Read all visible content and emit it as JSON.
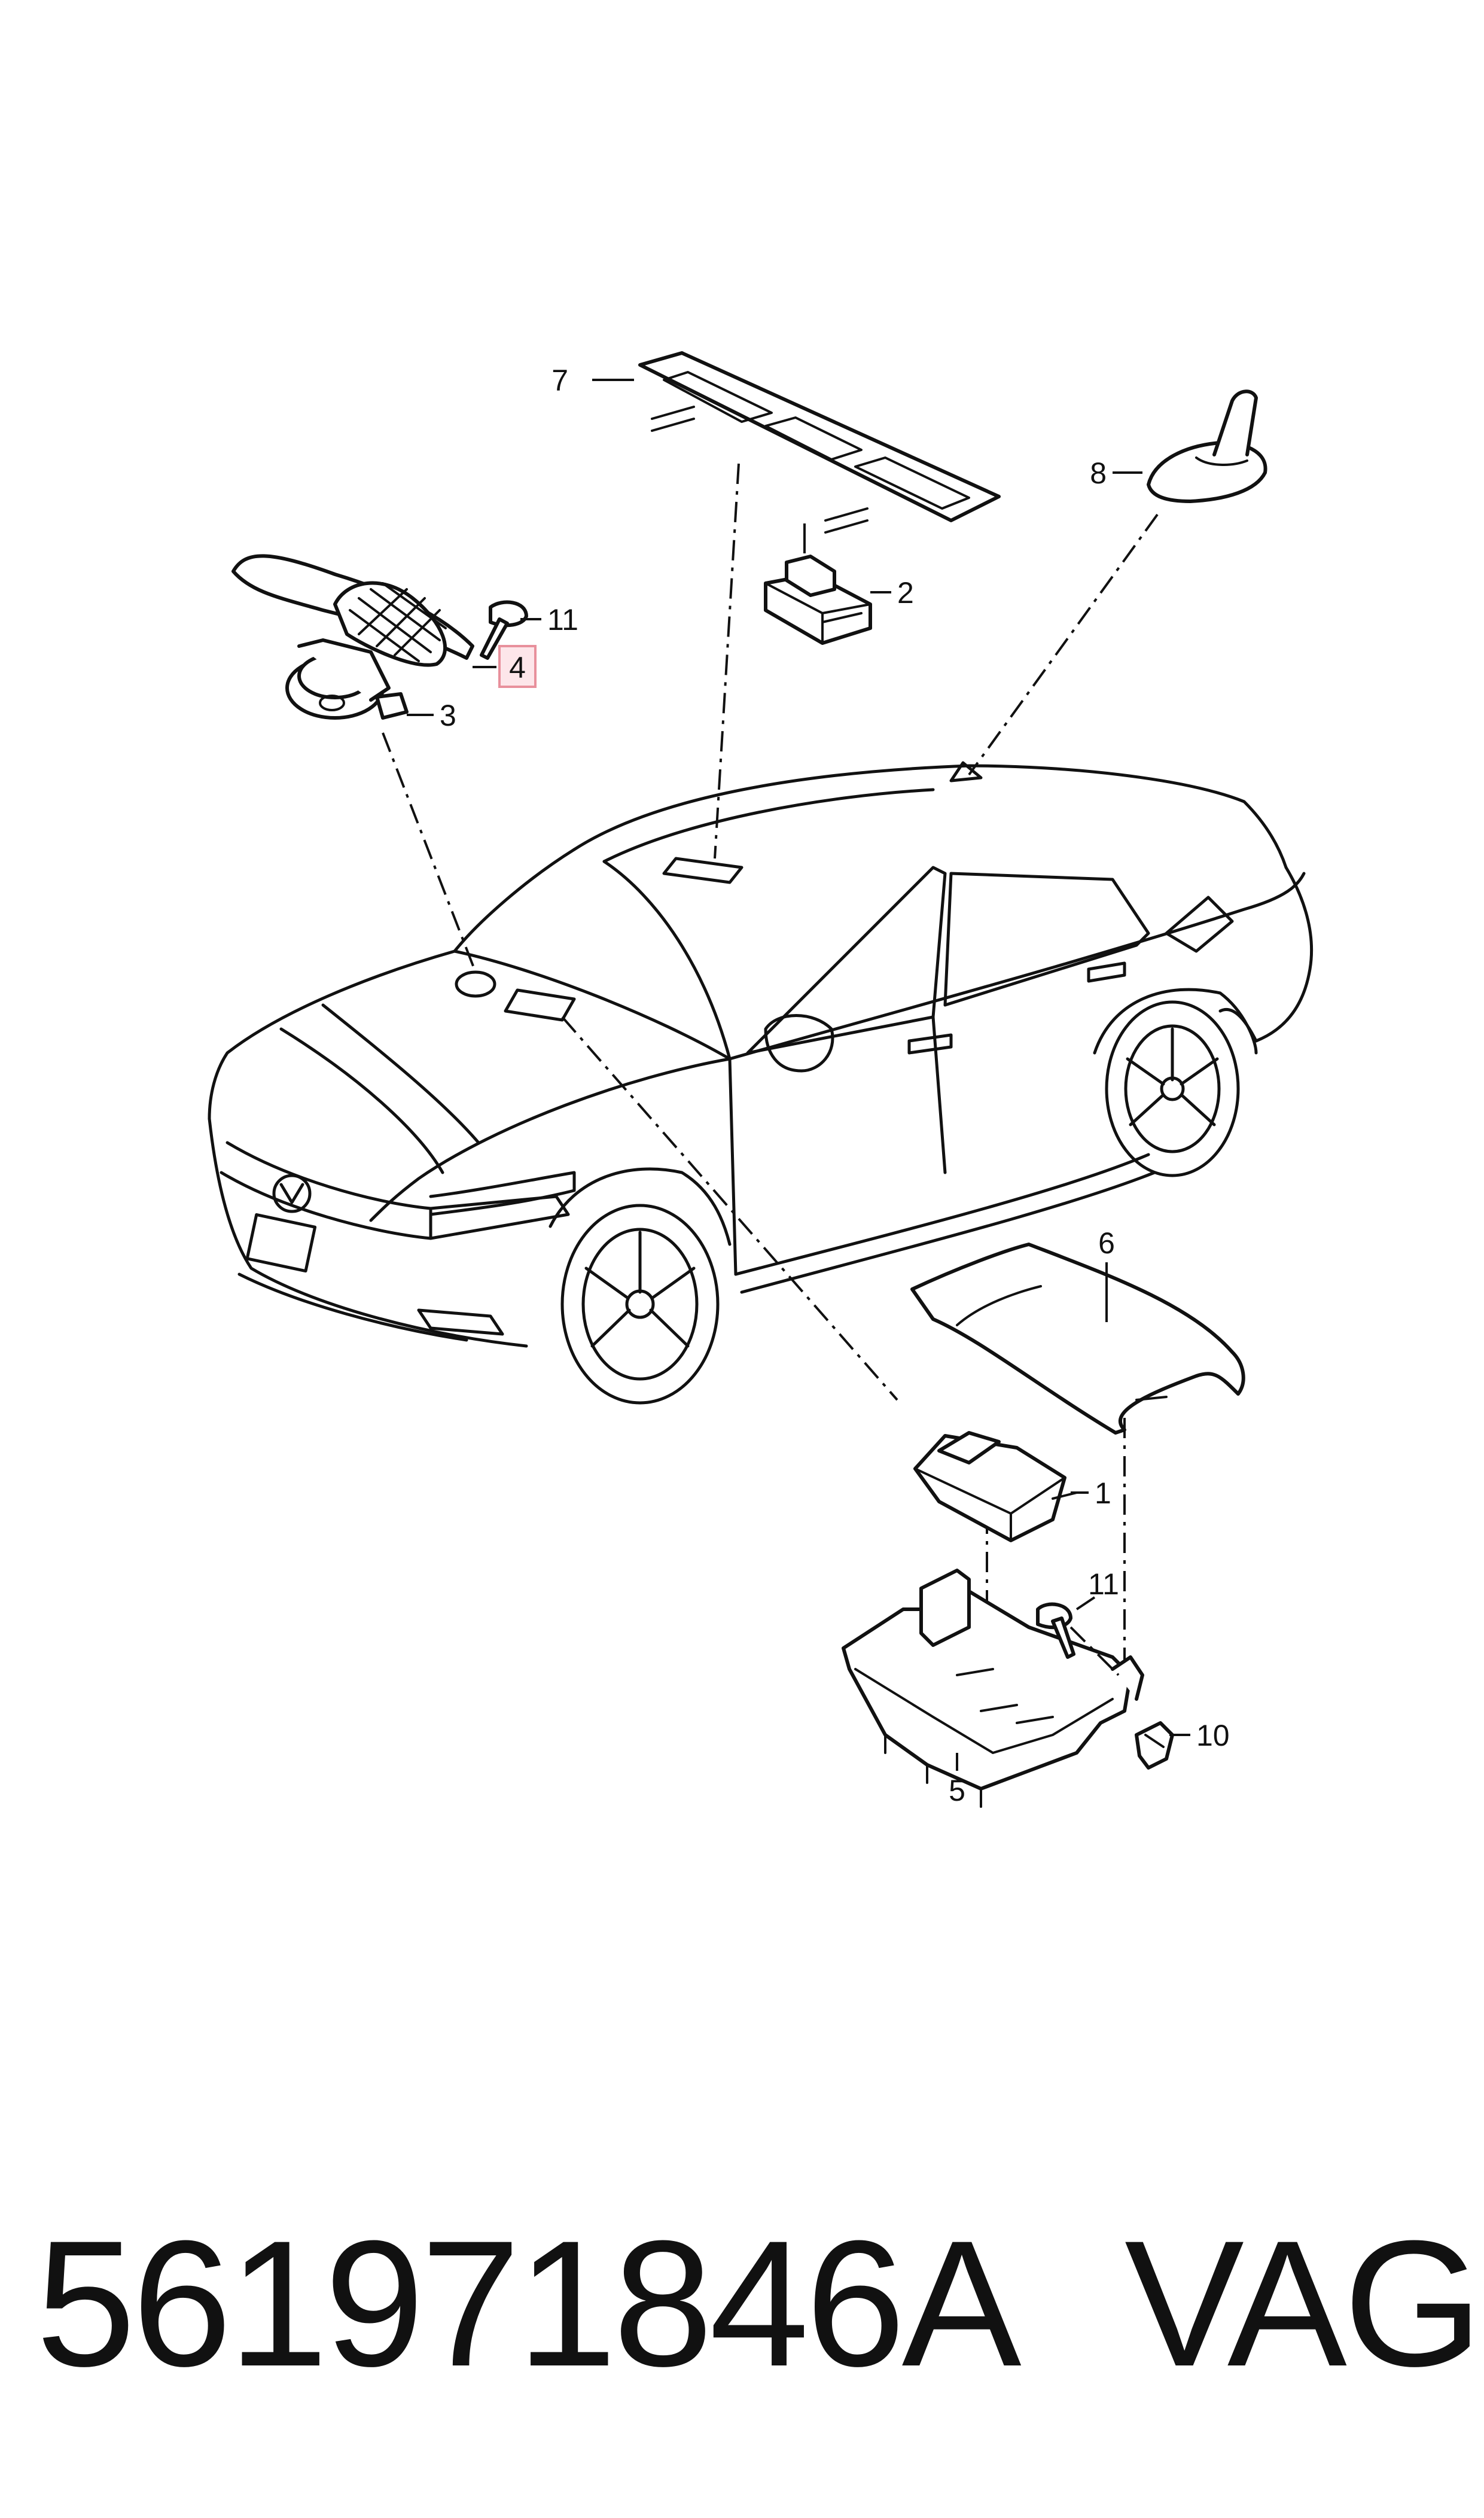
{
  "callouts": {
    "c1": "1",
    "c2": "2",
    "c3": "3",
    "c4": "4",
    "c5": "5",
    "c6": "6",
    "c7": "7",
    "c8": "8",
    "c10": "10",
    "c11_top": "11",
    "c11_bottom": "11"
  },
  "highlighted_callout": "4",
  "footer": {
    "part_number": "561971846A",
    "brand": "VAG"
  },
  "colors": {
    "line": "#111111",
    "highlight_fill": "#fde6ea",
    "highlight_stroke": "#e8909c",
    "background": "#ffffff"
  }
}
